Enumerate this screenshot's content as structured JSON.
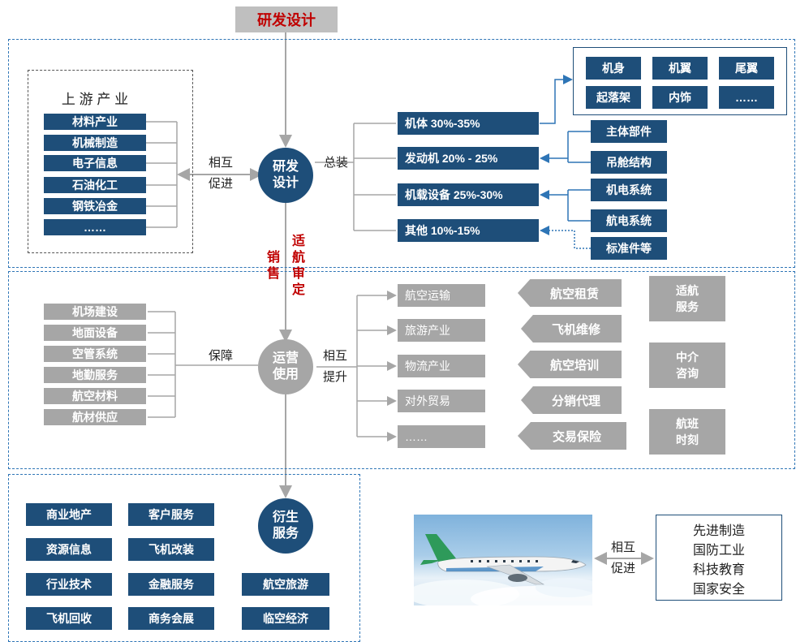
{
  "top": {
    "title": "研发设计"
  },
  "upstream": {
    "title": "上 游 产 业",
    "items": [
      "材料产业",
      "机械制造",
      "电子信息",
      "石油化工",
      "钢铁冶金",
      "……"
    ]
  },
  "rd_circle": "研发\n设计",
  "rd_left_label": "相互\n促进",
  "rd_right_label": "总装",
  "assembly": [
    {
      "label": "机体 30%-35%"
    },
    {
      "label": "发动机 20% - 25%"
    },
    {
      "label": "机载设备 25%-30%"
    },
    {
      "label": "其他 10%-15%"
    }
  ],
  "airframe_parts": [
    "机身",
    "机翼",
    "尾翼",
    "起落架",
    "内饰",
    "……"
  ],
  "sub_parts": [
    "主体部件",
    "吊舱结构",
    "机电系统",
    "航电系统",
    "标准件等"
  ],
  "vertical_labels": {
    "left": "销售",
    "right": "适航审定"
  },
  "operation": {
    "circle": "运营\n使用",
    "left_label": "保障",
    "right_label": "相互\n提升",
    "support": [
      "机场建设",
      "地面设备",
      "空管系统",
      "地勤服务",
      "航空材料",
      "航材供应"
    ],
    "industries": [
      "航空运输",
      "旅游产业",
      "物流产业",
      "对外贸易",
      "……"
    ],
    "services": [
      "航空租赁",
      "飞机维修",
      "航空培训",
      "分销代理",
      "交易保险"
    ],
    "right_boxes": [
      "适航\n服务",
      "中介\n咨询",
      "航班\n时刻"
    ]
  },
  "derivative": {
    "circle": "衍生\n服务",
    "col1": [
      "商业地产",
      "资源信息",
      "行业技术",
      "飞机回收"
    ],
    "col2": [
      "客户服务",
      "飞机改装",
      "金融服务",
      "商务会展"
    ],
    "col3": [
      "航空旅游",
      "临空经济"
    ]
  },
  "mutual_label": "相互\n促进",
  "benefits": [
    "先进制造",
    "国防工业",
    "科技教育",
    "国家安全"
  ],
  "colors": {
    "blue": "#1e4e79",
    "gray": "#a6a6a6",
    "red": "#c00000"
  }
}
